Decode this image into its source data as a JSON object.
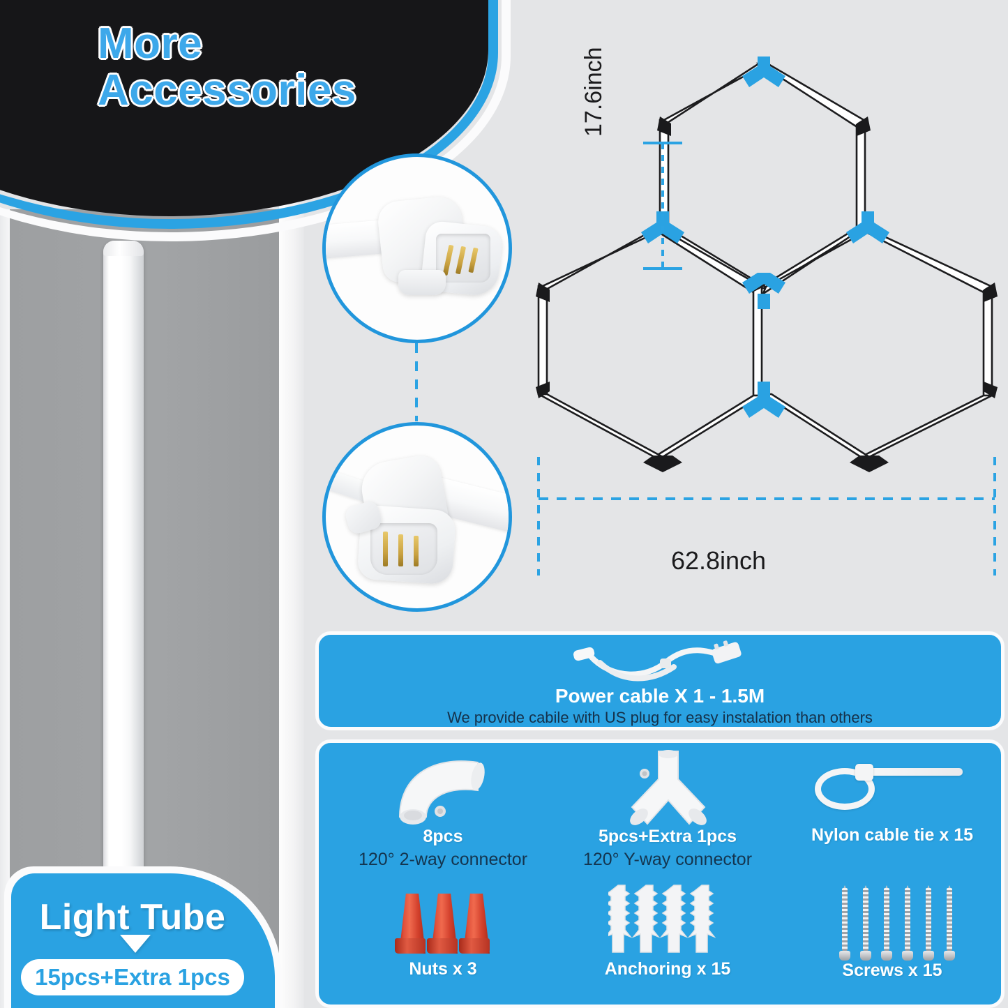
{
  "header": {
    "title_line1": "More",
    "title_line2": "Accessories",
    "accent_color": "#2ba3e3",
    "background_color": "#161618"
  },
  "light_tube": {
    "label": "Light Tube",
    "quantity": "15pcs+Extra 1pcs",
    "arrow_icon": "triangle-down-icon"
  },
  "callouts": [
    {
      "name": "2-way-connector-closeup",
      "ring_color": "#2196dc"
    },
    {
      "name": "y-way-connector-closeup",
      "ring_color": "#2196dc"
    }
  ],
  "diagram": {
    "name": "hexagon-layout-diagram",
    "vertical_dimension": "17.6inch",
    "horizontal_dimension": "62.8inch",
    "hexagon_count": 3,
    "tube_color": "#ffffff",
    "two_way_connector_color": "#1a1a1c",
    "y_way_connector_color": "#2aa2e2",
    "dimension_line_color": "#2ba3e3"
  },
  "power_cable": {
    "title": "Power cable X 1 - 1.5M",
    "subtitle": "We provide cabile with US plug for easy instalation than others",
    "icon": "power-cable-icon",
    "card_color": "#2aa2e2"
  },
  "kit": {
    "card_color": "#2aa2e2",
    "items": [
      {
        "icon": "elbow-connector-icon",
        "count": "8pcs",
        "name": "120° 2-way connector"
      },
      {
        "icon": "y-connector-icon",
        "count": "5pcs+Extra 1pcs",
        "name": "120° Y-way connector"
      },
      {
        "icon": "cable-tie-icon",
        "count": "",
        "name": "Nylon cable tie x 15"
      },
      {
        "icon": "wire-nut-icon",
        "count": "",
        "name": "Nuts x 3"
      },
      {
        "icon": "wall-anchor-icon",
        "count": "",
        "name": "Anchoring x 15"
      },
      {
        "icon": "screw-icon",
        "count": "",
        "name": "Screws x 15"
      }
    ]
  }
}
